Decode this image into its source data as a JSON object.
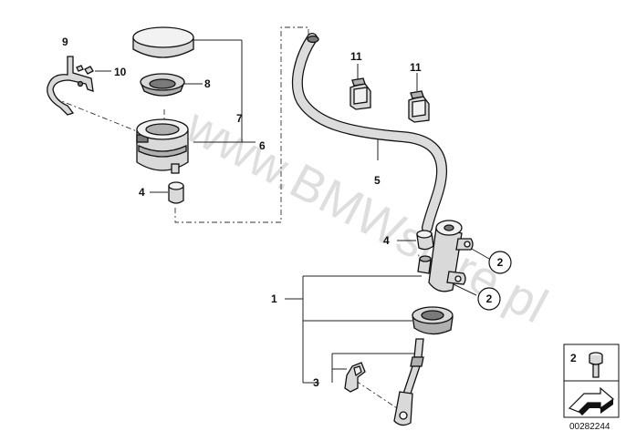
{
  "callouts": {
    "c1": "1",
    "c2a": "2",
    "c2b": "2",
    "c3": "3",
    "c4a": "4",
    "c4b": "4",
    "c5": "5",
    "c6": "6",
    "c7": "7",
    "c8": "8",
    "c9": "9",
    "c10": "10",
    "c11a": "11",
    "c11b": "11"
  },
  "legend": {
    "label": "2"
  },
  "watermark": "www.BMWstore.pl",
  "doc_number": "00282244",
  "colors": {
    "line": "#222222",
    "part_fill": "#d9d9d9",
    "watermark": "#b8b8b8"
  }
}
